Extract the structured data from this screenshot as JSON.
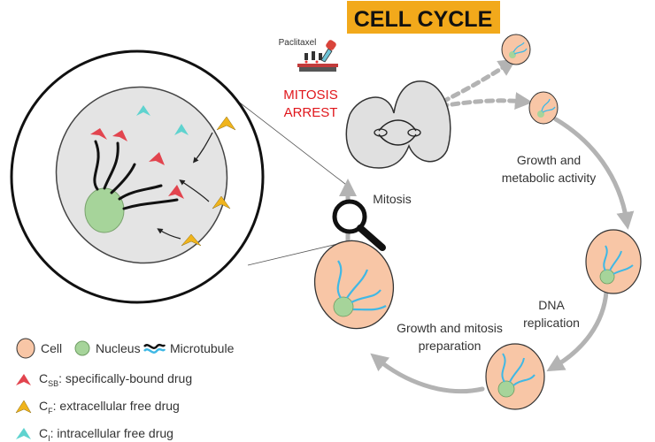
{
  "title": "CELL CYCLE",
  "drug": "Paclitaxel",
  "arrest": [
    "MITOSIS",
    "ARREST"
  ],
  "stages": {
    "mitosis": "Mitosis",
    "growth_metabolic": [
      "Growth and",
      "metabolic activity"
    ],
    "dna_replication": [
      "DNA",
      "replication"
    ],
    "growth_mitosis": [
      "Growth and mitosis",
      "preparation"
    ]
  },
  "legend": {
    "cell": "Cell",
    "nucleus": "Nucleus",
    "microtubule": "Microtubule",
    "csb_sym": "C",
    "csb_sub": "SB",
    "csb_text": ": specifically-bound drug",
    "cf_sym": "C",
    "cf_sub": "F",
    "cf_text": ": extracellular free drug",
    "ci_sym": "C",
    "ci_sub": "I",
    "ci_text": ": intracellular free drug"
  },
  "colors": {
    "title_bg": "#f2a91b",
    "cell_fill": "#f8c6a6",
    "cell_stroke": "#333333",
    "nucleus_fill": "#a6d49a",
    "microtubule": "#3fb8e5",
    "csb_drug": "#e2444e",
    "cf_drug": "#f0b41c",
    "ci_drug": "#5fd3cf",
    "arrow": "#b3b3b3",
    "arrest_text": "#e0161b"
  },
  "icons": [
    "magnifier-icon",
    "paclitaxel-dropper-icon",
    "dividing-cell-icon"
  ]
}
